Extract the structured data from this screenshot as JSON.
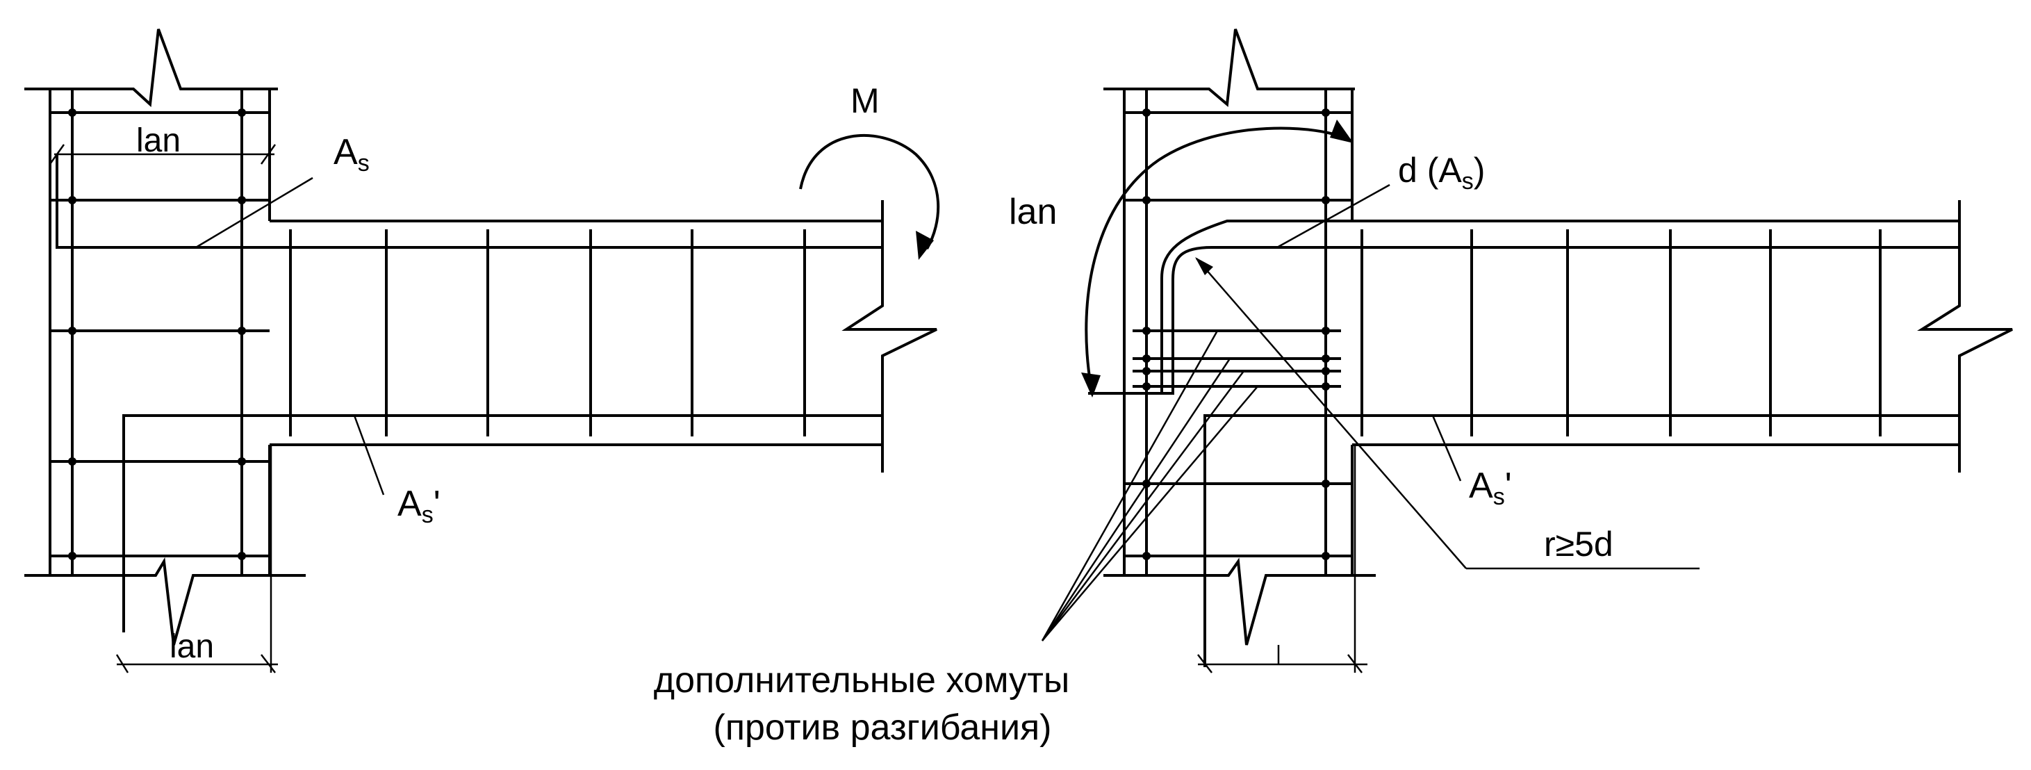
{
  "left_detail": {
    "anchorage_top": "lan",
    "anchorage_bottom": "lan",
    "rebar_top": "A",
    "rebar_top_sub": "s",
    "rebar_bottom": "A",
    "rebar_bottom_sub": "s",
    "rebar_bottom_prime": "'",
    "moment": "M"
  },
  "right_detail": {
    "anchorage": "lan",
    "rebar_top_prefix": "d (A",
    "rebar_top_sub": "s",
    "rebar_top_suffix": ")",
    "rebar_bottom": "A",
    "rebar_bottom_sub": "s",
    "rebar_bottom_prime": "'",
    "radius": "r≥5d",
    "stirrups_note_line1": "дополнительные хомуты",
    "stirrups_note_line2": "(против разгибания)"
  }
}
